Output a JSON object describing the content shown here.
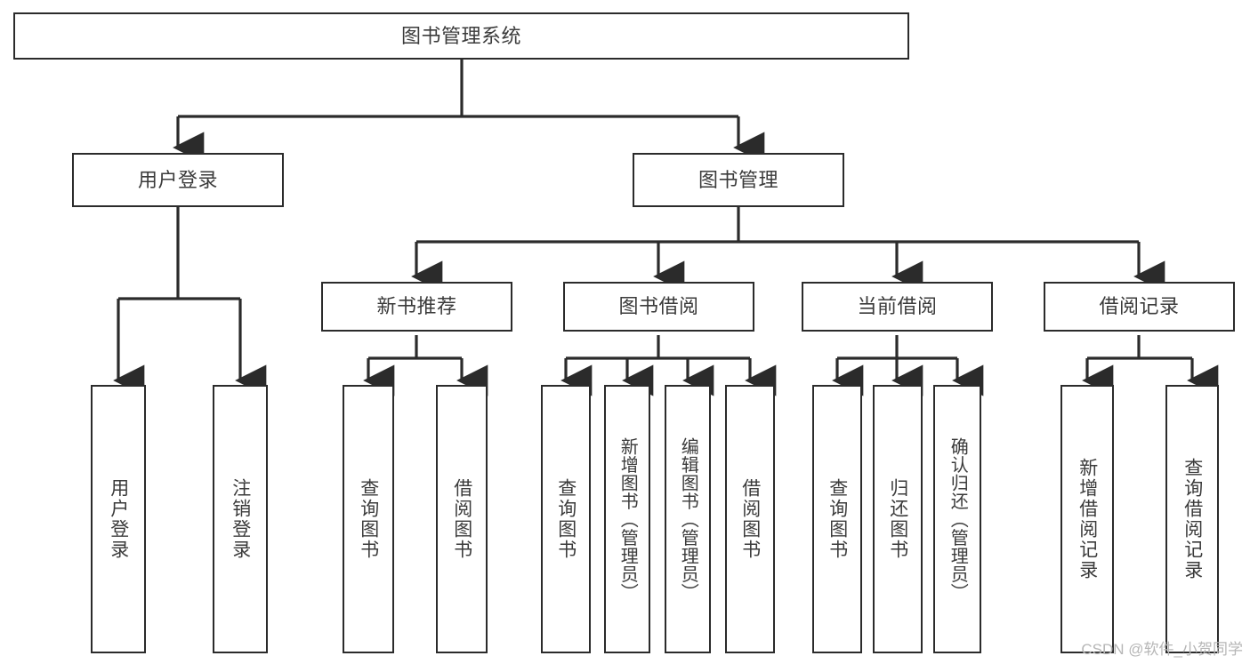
{
  "diagram": {
    "type": "tree-hierarchy",
    "title": "图书管理系统",
    "orientation": "top-down",
    "colors": {
      "box_border": "#2b2b2b",
      "box_fill": "#ffffff",
      "text": "#3b3b3b",
      "edge": "#2b2b2b",
      "watermark": "#b6b6b6"
    },
    "nodes": {
      "root": {
        "label": "图书管理系统"
      },
      "level1": [
        {
          "id": "user-login",
          "label": "用户登录"
        },
        {
          "id": "book-manage",
          "label": "图书管理"
        }
      ],
      "level2": [
        {
          "id": "new-book-recommend",
          "label": "新书推荐"
        },
        {
          "id": "book-borrow",
          "label": "图书借阅"
        },
        {
          "id": "current-borrow",
          "label": "当前借阅"
        },
        {
          "id": "borrow-record",
          "label": "借阅记录"
        }
      ],
      "leaves": {
        "user-login": [
          {
            "id": "leaf-user-login",
            "label": "用户登录"
          },
          {
            "id": "leaf-user-logout",
            "label": "注销登录"
          }
        ],
        "new-book-recommend": [
          {
            "id": "leaf-query-book-1",
            "label": "查询图书"
          },
          {
            "id": "leaf-borrow-book-1",
            "label": "借阅图书"
          }
        ],
        "book-borrow": [
          {
            "id": "leaf-query-book-2",
            "label": "查询图书"
          },
          {
            "id": "leaf-add-book",
            "label": "新增图书（管理员）"
          },
          {
            "id": "leaf-edit-book",
            "label": "编辑图书（管理员）"
          },
          {
            "id": "leaf-borrow-book-2",
            "label": "借阅图书"
          }
        ],
        "current-borrow": [
          {
            "id": "leaf-query-book-3",
            "label": "查询图书"
          },
          {
            "id": "leaf-return-book",
            "label": "归还图书"
          },
          {
            "id": "leaf-confirm-return",
            "label": "确认归还（管理员）"
          }
        ],
        "borrow-record": [
          {
            "id": "leaf-add-record",
            "label": "新增借阅记录"
          },
          {
            "id": "leaf-query-record",
            "label": "查询借阅记录"
          }
        ]
      }
    },
    "edges": [
      {
        "from": "图书管理系统",
        "to": "用户登录"
      },
      {
        "from": "图书管理系统",
        "to": "图书管理"
      },
      {
        "from": "图书管理",
        "to": "新书推荐"
      },
      {
        "from": "图书管理",
        "to": "图书借阅"
      },
      {
        "from": "图书管理",
        "to": "当前借阅"
      },
      {
        "from": "图书管理",
        "to": "借阅记录"
      },
      {
        "from": "用户登录",
        "to": "用户登录"
      },
      {
        "from": "用户登录",
        "to": "注销登录"
      },
      {
        "from": "新书推荐",
        "to": "查询图书"
      },
      {
        "from": "新书推荐",
        "to": "借阅图书"
      },
      {
        "from": "图书借阅",
        "to": "查询图书"
      },
      {
        "from": "图书借阅",
        "to": "新增图书（管理员）"
      },
      {
        "from": "图书借阅",
        "to": "编辑图书（管理员）"
      },
      {
        "from": "图书借阅",
        "to": "借阅图书"
      },
      {
        "from": "当前借阅",
        "to": "查询图书"
      },
      {
        "from": "当前借阅",
        "to": "归还图书"
      },
      {
        "from": "当前借阅",
        "to": "确认归还（管理员）"
      },
      {
        "from": "借阅记录",
        "to": "新增借阅记录"
      },
      {
        "from": "借阅记录",
        "to": "查询借阅记录"
      }
    ]
  },
  "watermark": {
    "text": "CSDN @软件_小贺同学"
  }
}
